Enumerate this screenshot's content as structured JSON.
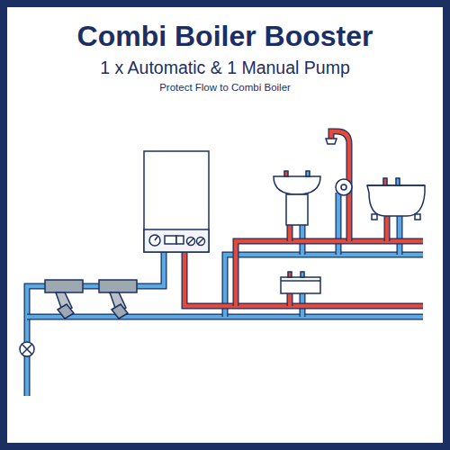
{
  "diagram": {
    "title": "Combi Boiler Booster",
    "labels": [
      "1 x Automatic & 1 Manual Pump",
      "Protect Flow to Combi Boiler"
    ]
  }
}
